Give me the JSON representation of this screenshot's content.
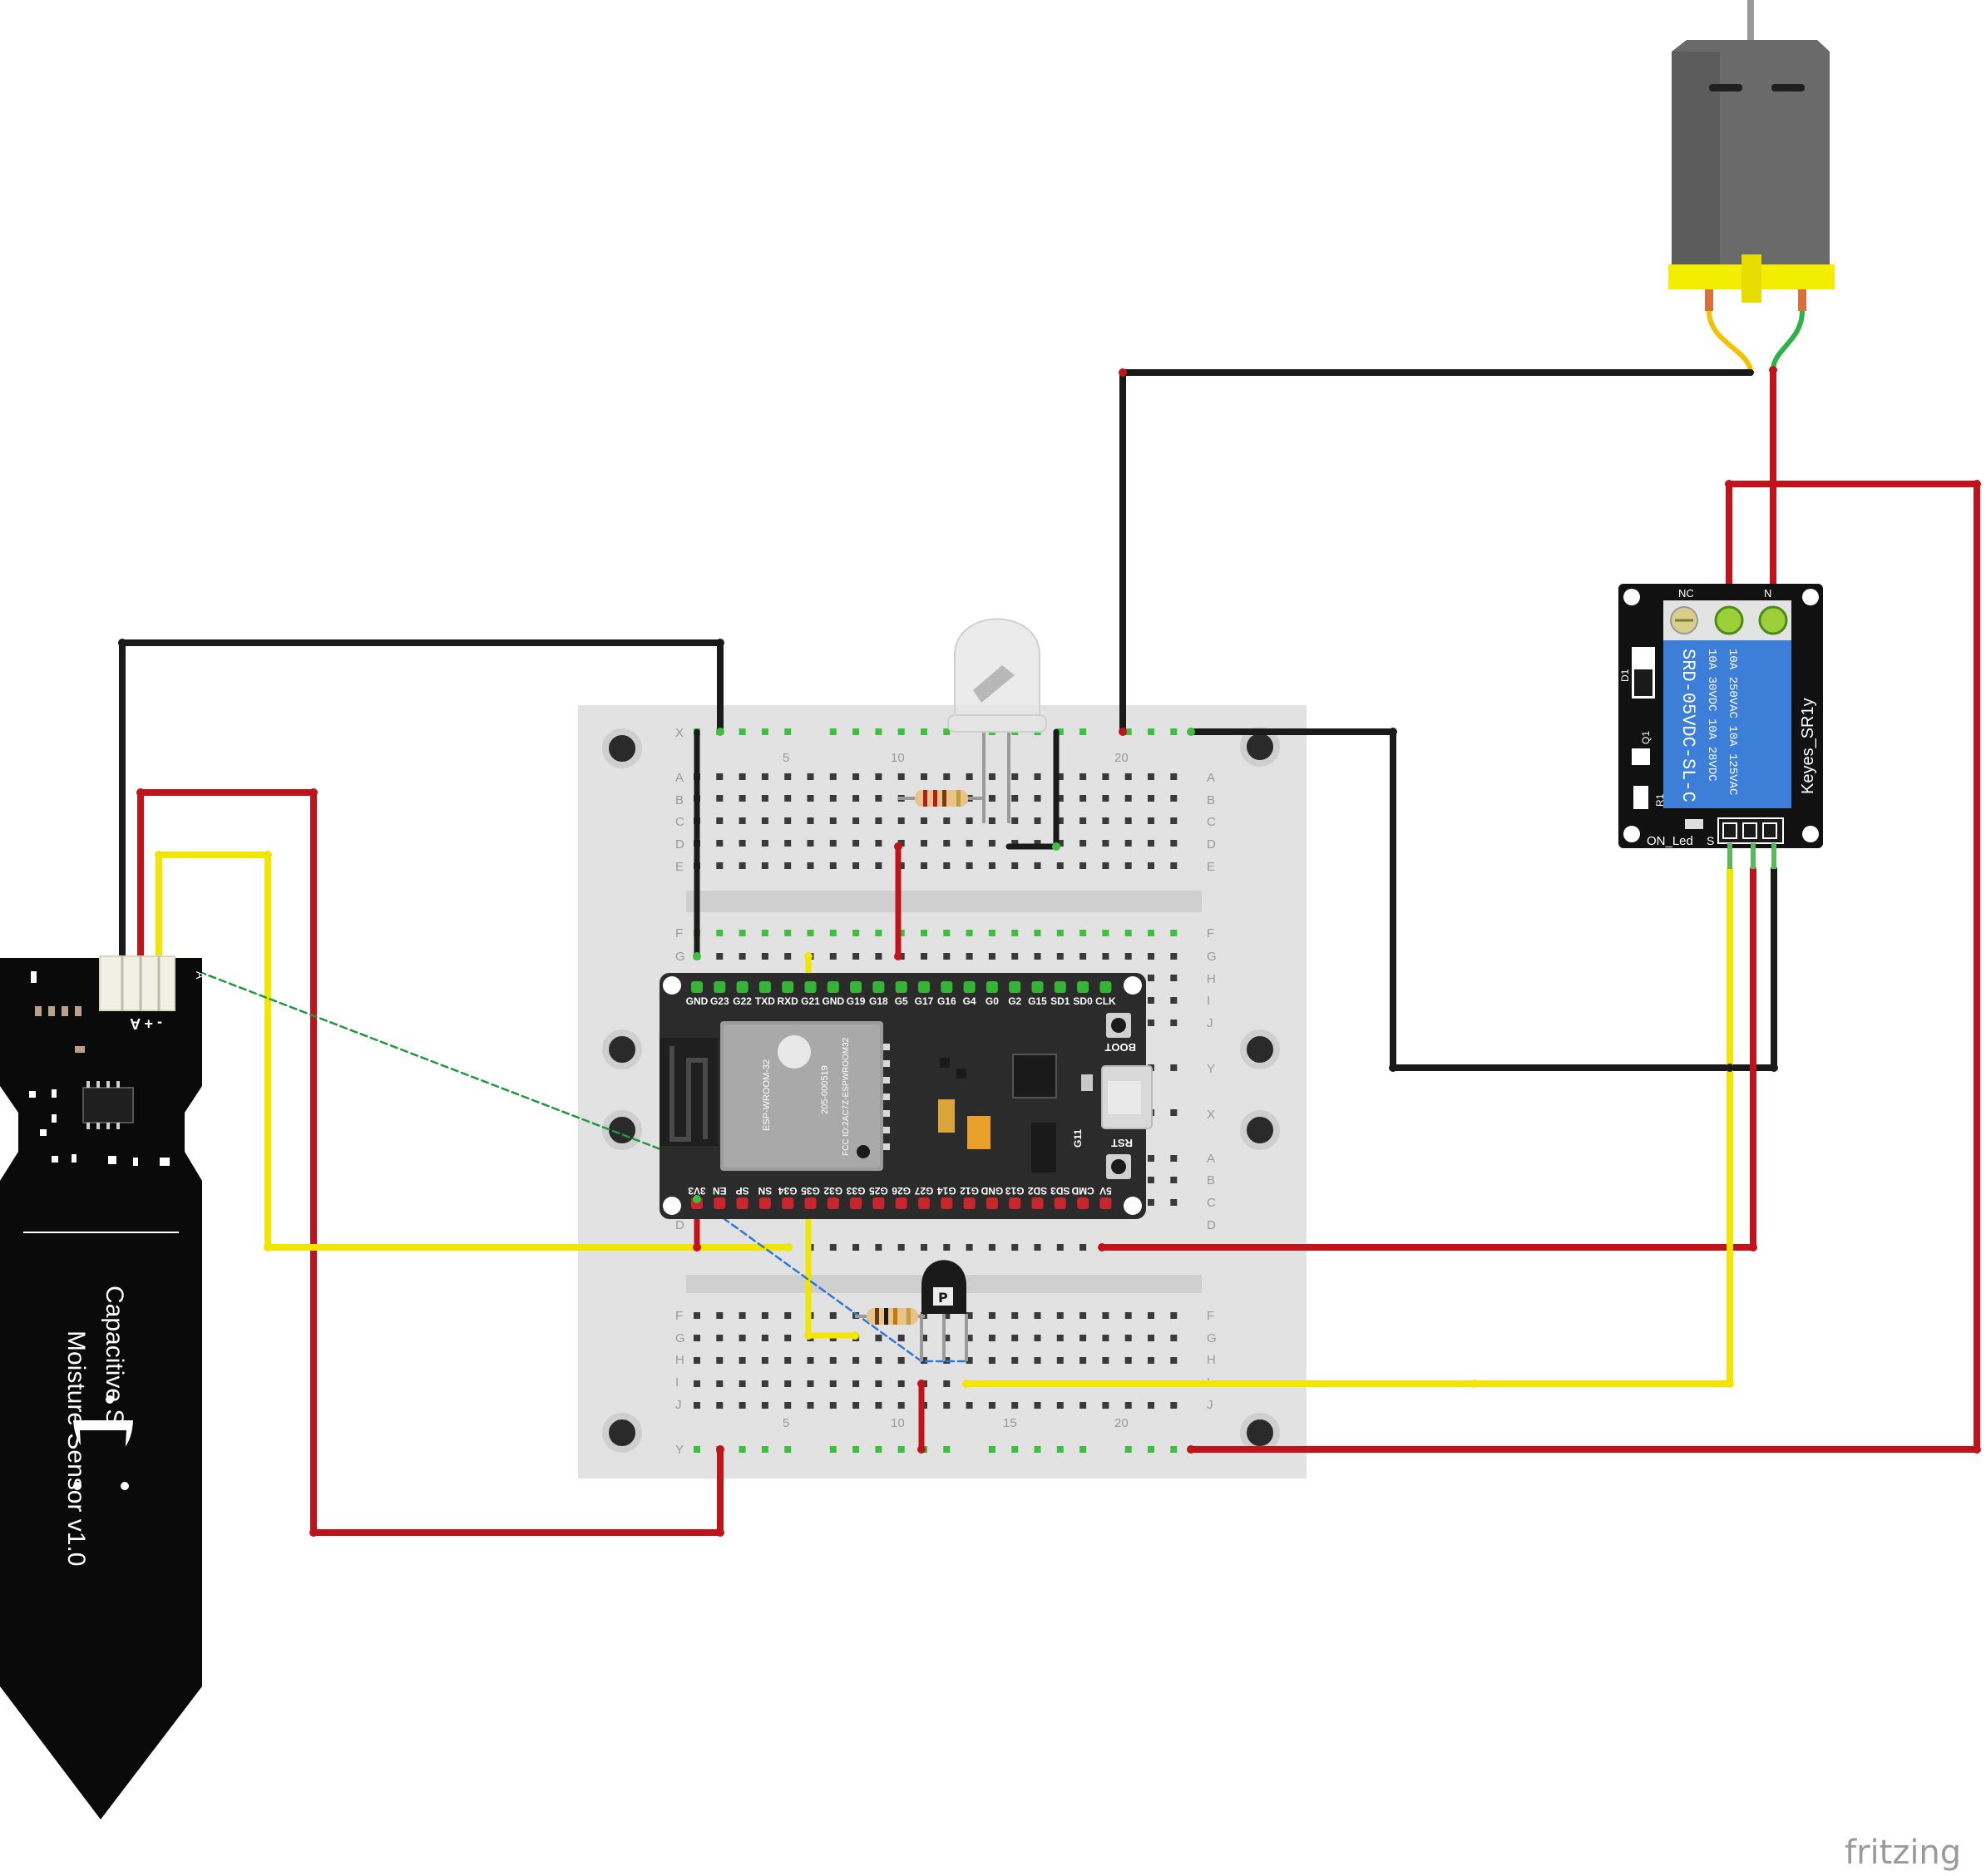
{
  "app": {
    "watermark": "fritzing"
  },
  "breadboard": {
    "row_letters_top": [
      "X",
      "A",
      "B",
      "C",
      "D",
      "E",
      "F",
      "G",
      "H",
      "I",
      "J"
    ],
    "row_letters_bottom": [
      "Y",
      "X",
      "A",
      "B",
      "C",
      "D",
      "F",
      "G",
      "H",
      "I",
      "J",
      "Y"
    ],
    "col_numbers": [
      "5",
      "10",
      "15",
      "20"
    ]
  },
  "esp32": {
    "top_pins": [
      "GND",
      "G23",
      "G22",
      "TXD",
      "RXD",
      "G21",
      "GND",
      "G19",
      "G18",
      "G5",
      "G17",
      "G16",
      "G4",
      "G0",
      "G2",
      "G15",
      "SD1",
      "SD0",
      "CLK"
    ],
    "bottom_pins": [
      "3V3",
      "EN",
      "SP",
      "SN",
      "G34",
      "G35",
      "G32",
      "G33",
      "G25",
      "G26",
      "G27",
      "G14",
      "G12",
      "GND",
      "G13",
      "SD2",
      "SD3",
      "CMD",
      "5V"
    ],
    "module_label": "ESP-WROOM-32",
    "module_id": "205-000519",
    "fcc_label": "FCC ID:2AC7Z-ESPWROOM32",
    "boot_label": "BOOT",
    "rst_label": "RST",
    "g11_label": "G11"
  },
  "relay": {
    "name": "Keyes_SR1y",
    "relay_text": [
      "SRD-05VDC-SL-C",
      "10A 250VAC 10A 125VAC",
      "10A 30VDC 10A 28VDC"
    ],
    "nc_label": "NC",
    "no_label": "N",
    "led_label": "ON_Led",
    "d1_label": "D1",
    "q1_label": "Q1",
    "r1_label": "R1",
    "s_label": "S"
  },
  "sensor": {
    "title_line1": "Capacitive Soil",
    "title_line2": "Moisture Sensor v1.0",
    "pin_labels": "- + A",
    "a_label": "A"
  },
  "colors": {
    "wire_black": "#1a1a1a",
    "wire_red": "#c0141a",
    "wire_yellow": "#f2e600",
    "relay_blue": "#3d7ed8",
    "breadboard": "#e2e2e2",
    "pcb": "#2a2a2a"
  }
}
